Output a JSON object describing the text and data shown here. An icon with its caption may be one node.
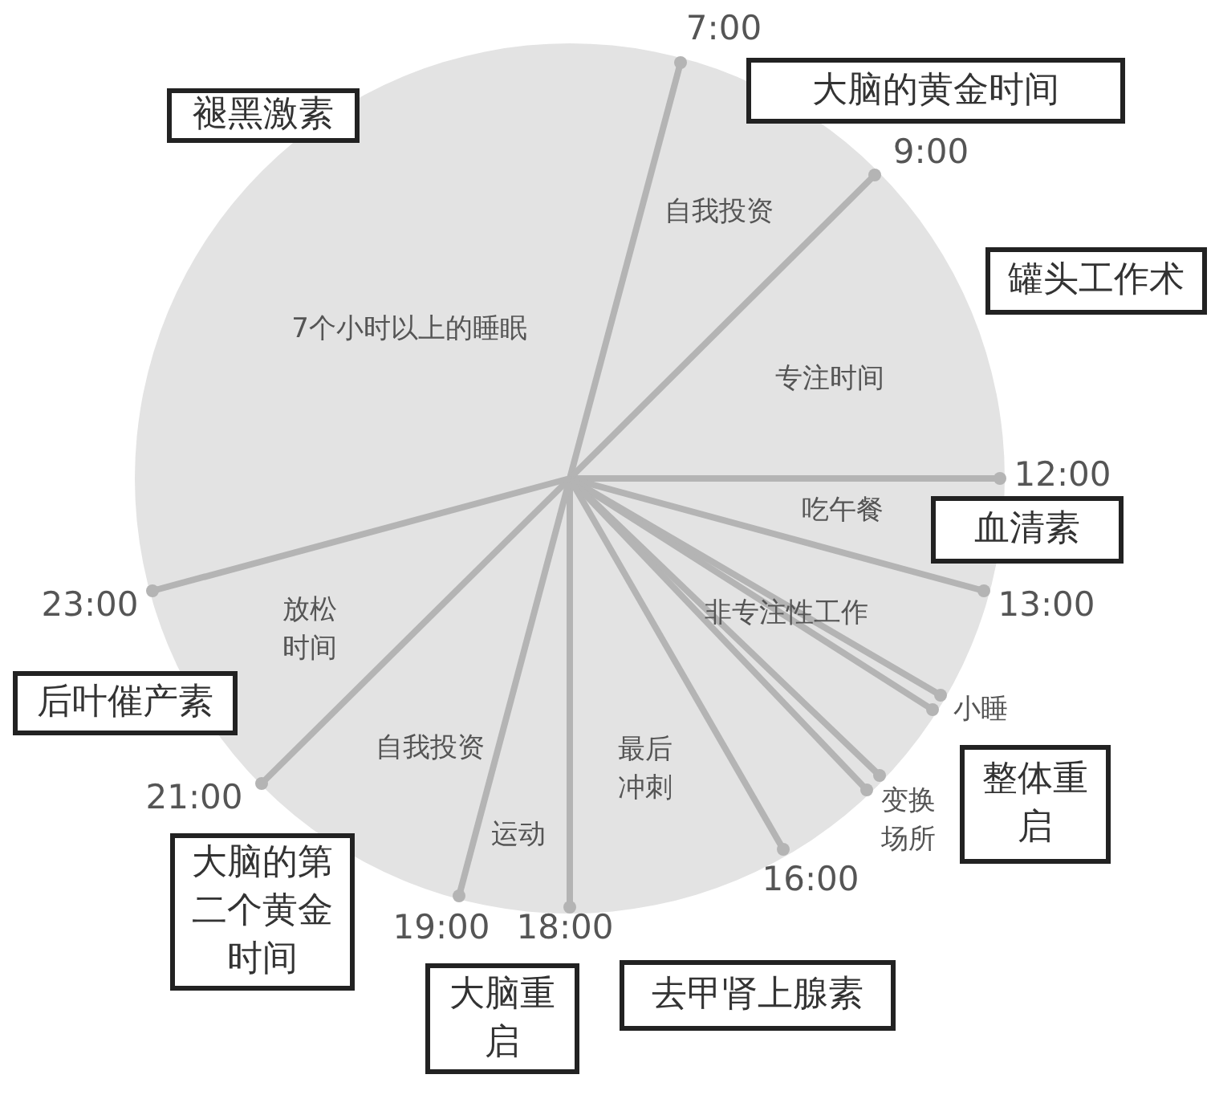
{
  "diagram": {
    "nodes": [
      {
        "text": [
          "褪黑激素"
        ]
      },
      {
        "text": [
          "大脑的黄金时间"
        ]
      },
      {
        "text": [
          "罐头工作术"
        ]
      },
      {
        "text": [
          "血清素"
        ]
      },
      {
        "text": [
          "后叶催产素"
        ]
      },
      {
        "text": [
          "整体重启"
        ]
      },
      {
        "text": [
          "大脑的第二个黄金时间"
        ]
      },
      {
        "text": [
          "大脑重启"
        ]
      },
      {
        "text": [
          "去甲肾上腺素"
        ]
      }
    ],
    "labels": [
      "7:00",
      "9:00",
      "自我投资",
      "7个小时以上的睡眠",
      "专注时间",
      "12:00",
      "吃午餐",
      "非专注性工作",
      "13:00",
      "放松时间",
      "23:00",
      "小睡",
      "最后冲刺",
      "自我投资",
      "变换场所",
      "21:00",
      "运动",
      "16:00",
      "19:00",
      "18:00"
    ]
  }
}
